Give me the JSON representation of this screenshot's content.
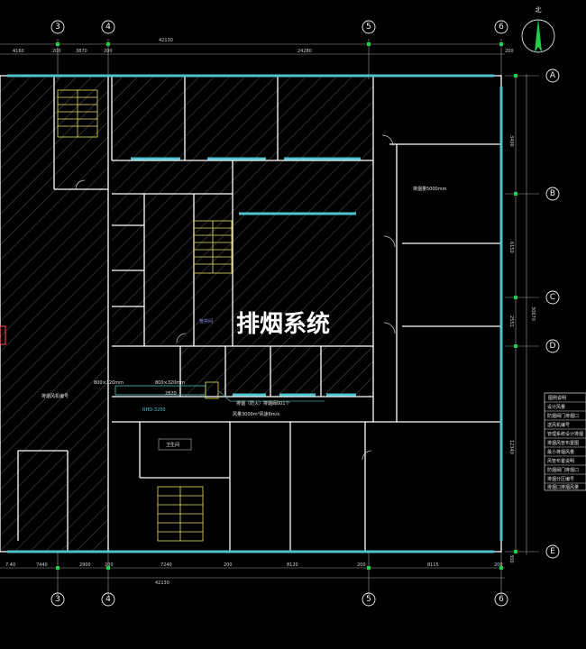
{
  "drawing": {
    "title": "排烟系统",
    "north_label": "北",
    "colors": {
      "background": "#000000",
      "wall": "#ffffff",
      "hatch": "#9a9a9a",
      "window": "#4fc3d0",
      "stair": "#e8e05a",
      "duct": "#3a9a9a",
      "dimension": "#9aa0a0",
      "green_marker": "#22cc44"
    }
  },
  "axes": {
    "top": [
      "3",
      "4",
      "5",
      "6"
    ],
    "bottom": [
      "3",
      "4",
      "5",
      "6"
    ],
    "right": [
      "A",
      "B",
      "C",
      "D",
      "E"
    ]
  },
  "dimensions": {
    "top_segments": [
      "4160",
      "200",
      "3870",
      "200"
    ],
    "top_total_left": "42130",
    "top_total_main": "24280",
    "top_right_end": "200",
    "bottom_segments": [
      "7.40",
      "7440",
      "2900",
      "200",
      "7240",
      "200",
      "8120",
      "200",
      "8115",
      "200"
    ],
    "bottom_total": "42130",
    "right_segments": [
      "3400",
      "6150",
      "2551",
      "12340",
      "300"
    ],
    "right_total": "30670"
  },
  "labels": {
    "duct_size_1": "800×320mm",
    "duct_size_2": "800×320mm",
    "fan_room_label": "2820",
    "right_room_note": "排烟量5000mm",
    "fan_note_line1": "排烟（防火）排烟阀001个",
    "fan_note_line2": "风量3000m³风速6m/s",
    "left_equipment_label": "排烟风机编号",
    "restroom": "卫生间",
    "corridor_room_small": "管井间",
    "cyan_room_note": "RHD-3200"
  },
  "legend": {
    "title": "图例说明",
    "rows": [
      "设计风量",
      "防烟阀门排烟口",
      "送风机编号",
      "管理系统设计排烟",
      "排烟风管布置图",
      "最小排烟风量",
      "风管布置说明",
      "防烟阀门排烟口",
      "排烟分区编号",
      "排烟口排烟风量"
    ]
  }
}
